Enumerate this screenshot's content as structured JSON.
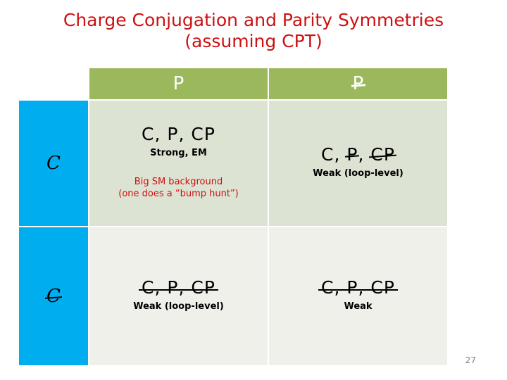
{
  "slide": {
    "title": "Charge Conjugation and Parity Symmetries\n(assuming CPT)",
    "page_number": "27"
  },
  "colors": {
    "title_red": "#cc1111",
    "header_green": "#9cb85c",
    "label_cyan": "#00aeef",
    "row1_bg": "#dde3d2",
    "row2_bg": "#eef0e9",
    "note_red": "#cc1111",
    "page_number_gray": "#808080"
  },
  "table": {
    "corner_label": "",
    "column_headers": [
      {
        "text": "P",
        "struck": false
      },
      {
        "text": "P",
        "struck": true
      }
    ],
    "row_headers": [
      {
        "text": "C",
        "struck": false
      },
      {
        "text": "C",
        "struck": true
      }
    ],
    "cells": [
      {
        "row": 0,
        "col": 0,
        "tokens": [
          {
            "text": "C",
            "struck": false
          },
          {
            "text": "P",
            "struck": false
          },
          {
            "text": "CP",
            "struck": false
          }
        ],
        "main": "C , P , CP",
        "sub": "Strong, EM",
        "note": "Big SM background\n(one does a “bump hunt”)"
      },
      {
        "row": 0,
        "col": 1,
        "tokens": [
          {
            "text": "C",
            "struck": false
          },
          {
            "text": "P",
            "struck": true
          },
          {
            "text": "CP",
            "struck": true
          }
        ],
        "main": "C , P , CP",
        "sub": "Weak (loop-level)",
        "note": ""
      },
      {
        "row": 1,
        "col": 0,
        "tokens": [
          {
            "text": "C",
            "struck": true
          },
          {
            "text": "P",
            "struck": true
          },
          {
            "text": "CP",
            "struck": true
          }
        ],
        "main": "C , P , CP",
        "sub": "Weak (loop-level)",
        "note": "",
        "strike_whole_line": true
      },
      {
        "row": 1,
        "col": 1,
        "tokens": [
          {
            "text": "C",
            "struck": true
          },
          {
            "text": "P",
            "struck": true
          },
          {
            "text": "CP",
            "struck": true
          }
        ],
        "main": "C , P , CP",
        "sub": "Weak",
        "note": "",
        "strike_whole_line": true
      }
    ]
  }
}
